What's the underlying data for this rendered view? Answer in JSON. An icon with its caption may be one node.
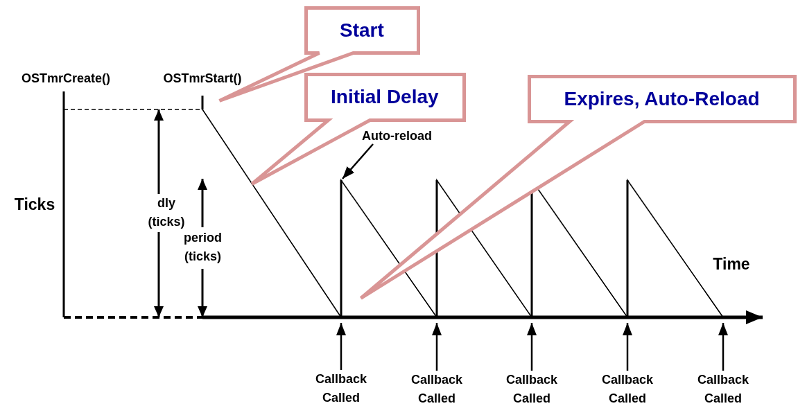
{
  "diagram": {
    "nodes": [
      {
        "text": [
          "Start"
        ]
      },
      {
        "text": [
          "Initial Delay"
        ]
      },
      {
        "text": [
          "Expires, Auto-Reload"
        ]
      },
      {
        "text": [
          "Auto-reload"
        ]
      },
      {
        "text": [
          "Callback Called"
        ]
      },
      {
        "text": [
          "Callback Called"
        ]
      },
      {
        "text": [
          "Callback Called"
        ]
      },
      {
        "text": [
          "Callback Called"
        ]
      },
      {
        "text": [
          "Callback Called"
        ]
      },
      {
        "text": [],
        "shape": "arrow"
      }
    ],
    "edges": [
      {
        "from": 3,
        "to": null,
        "arrow": "to"
      },
      {
        "from": 4,
        "to": 9,
        "arrow": "to"
      },
      {
        "from": 5,
        "to": 9,
        "arrow": "to"
      },
      {
        "from": 6,
        "to": 9,
        "arrow": "to"
      },
      {
        "from": 7,
        "to": 9,
        "arrow": "to"
      },
      {
        "from": 8,
        "to": 9,
        "arrow": "to"
      }
    ],
    "labels": [
      "OSTmrCreate()",
      "OSTmrStart()",
      "Ticks",
      "dly (ticks)",
      "period (ticks)",
      "Time"
    ]
  }
}
